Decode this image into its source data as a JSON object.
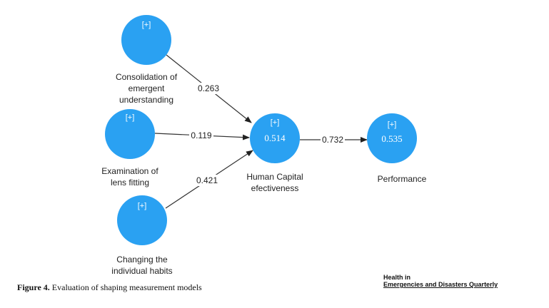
{
  "nodes": [
    {
      "id": "consolidation",
      "marker": "[+]",
      "value": "",
      "label": "Consolidation of\nemergent\nunderstanding"
    },
    {
      "id": "examination",
      "marker": "[+]",
      "value": "",
      "label": "Examination of\nlens fitting"
    },
    {
      "id": "changing",
      "marker": "[+]",
      "value": "",
      "label": "Changing the\nindividual habits"
    },
    {
      "id": "hce",
      "marker": "[+]",
      "value": "0.514",
      "label": "Human Capital\nefectiveness"
    },
    {
      "id": "performance",
      "marker": "[+]",
      "value": "0.535",
      "label": "Performance"
    }
  ],
  "edges": [
    {
      "from": "consolidation",
      "to": "hce",
      "weight": "0.263"
    },
    {
      "from": "examination",
      "to": "hce",
      "weight": "0.119"
    },
    {
      "from": "changing",
      "to": "hce",
      "weight": "0.421"
    },
    {
      "from": "hce",
      "to": "performance",
      "weight": "0.732"
    }
  ],
  "caption": {
    "figure": "Figure 4.",
    "text": " Evaluation of shaping measurement models"
  },
  "logo": {
    "line1": "Health in",
    "line2": "Emergencies and Disasters Quarterly"
  },
  "colors": {
    "node": "#2aa1f2",
    "edge": "#333333"
  }
}
